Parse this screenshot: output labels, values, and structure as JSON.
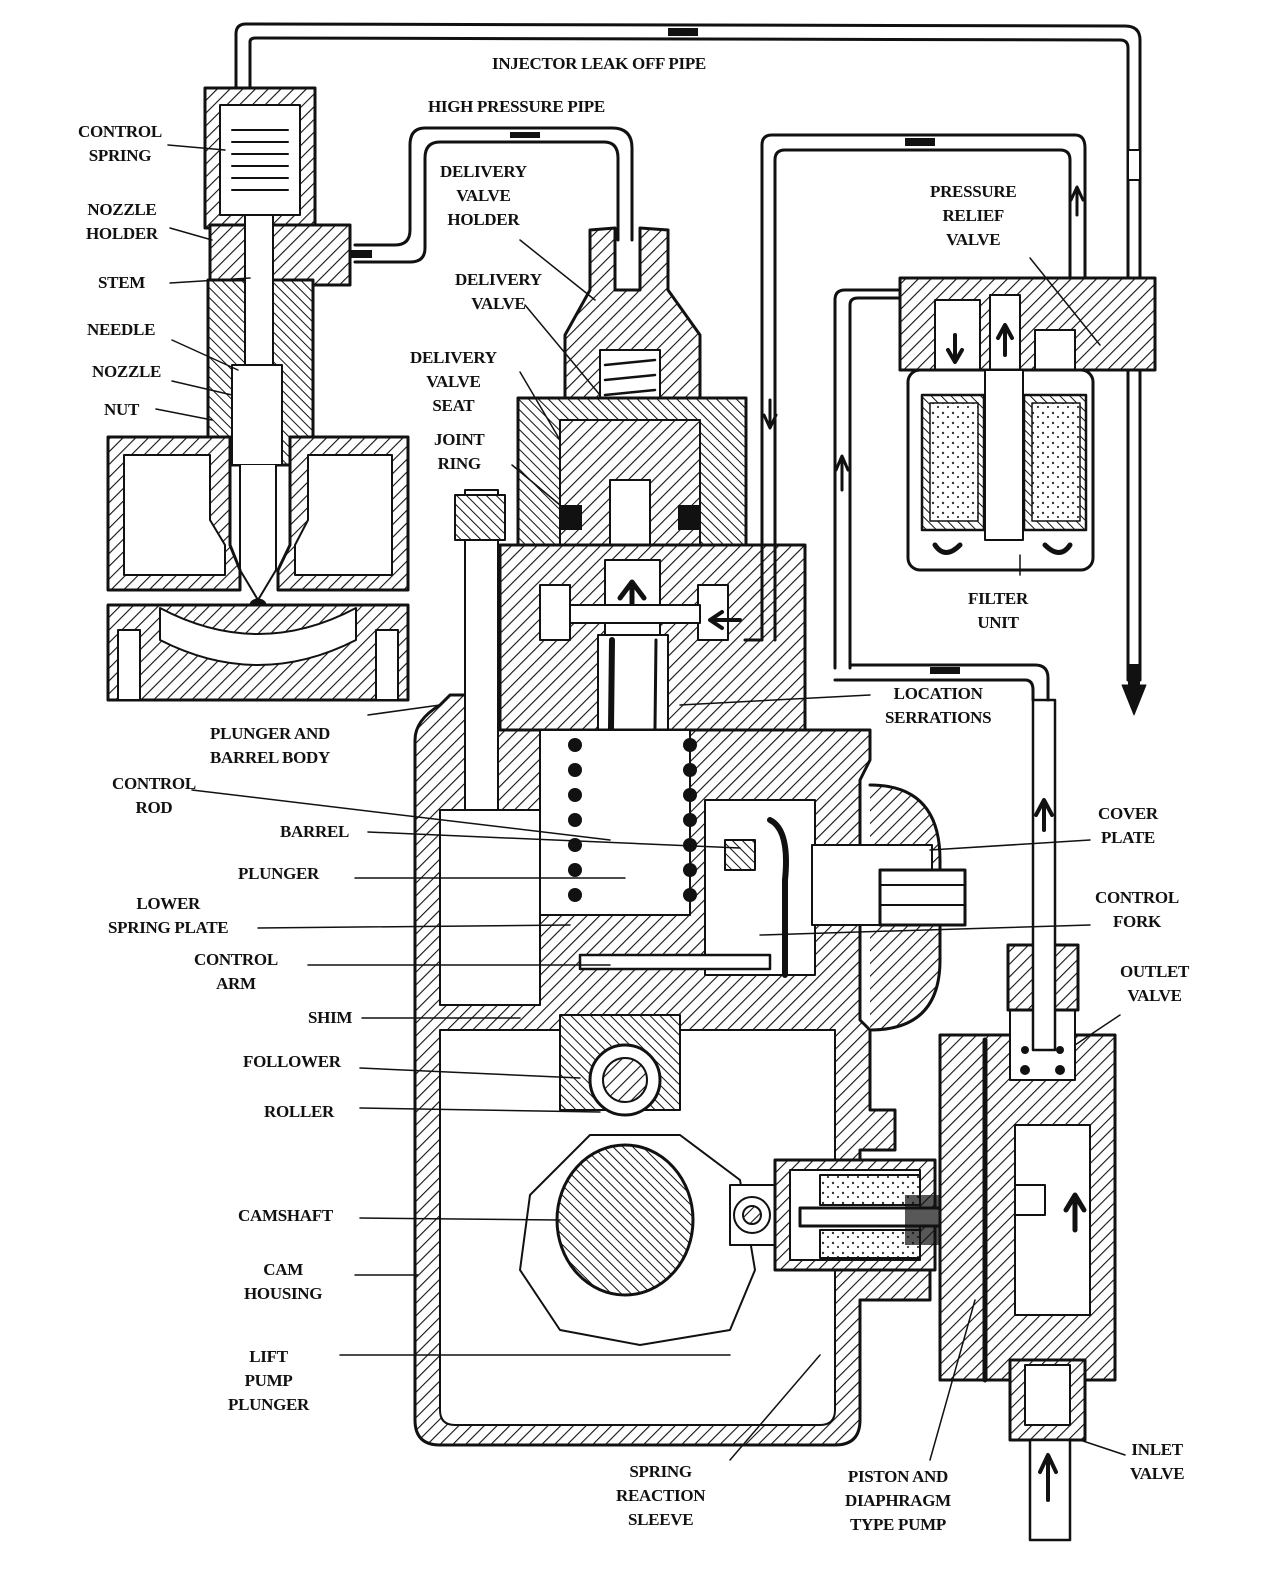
{
  "title": "Fuel Injection System - Jerk Pump Cross Section",
  "colors": {
    "ink": "#111111",
    "paper": "#ffffff"
  },
  "labels": {
    "injector_leak_off_pipe": "INJECTOR LEAK OFF PIPE",
    "high_pressure_pipe": "HIGH PRESSURE PIPE",
    "control_spring": "CONTROL\nSPRING",
    "nozzle_holder": "NOZZLE\nHOLDER",
    "stem": "STEM",
    "needle": "NEEDLE",
    "nozzle": "NOZZLE",
    "nut": "NUT",
    "delivery_valve_holder": "DELIVERY\nVALVE\nHOLDER",
    "delivery_valve": "DELIVERY\nVALVE",
    "delivery_valve_seat": "DELIVERY\nVALVE\nSEAT",
    "joint_ring": "JOINT\nRING",
    "pressure_relief_valve": "PRESSURE\nRELIEF\nVALVE",
    "filter_unit": "FILTER\nUNIT",
    "location_serrations": "LOCATION\nSERRATIONS",
    "plunger_and_barrel_body": "PLUNGER AND\nBARREL BODY",
    "control_rod": "CONTROL\nROD",
    "barrel": "BARREL",
    "plunger": "PLUNGER",
    "lower_spring_plate": "LOWER\nSPRING PLATE",
    "control_arm": "CONTROL\nARM",
    "shim": "SHIM",
    "follower": "FOLLOWER",
    "roller": "ROLLER",
    "camshaft": "CAMSHAFT",
    "cam_housing": "CAM\nHOUSING",
    "lift_pump_plunger": "LIFT\nPUMP\nPLUNGER",
    "cover_plate": "COVER\nPLATE",
    "control_fork": "CONTROL\nFORK",
    "outlet_valve": "OUTLET\nVALVE",
    "inlet_valve": "INLET\nVALVE",
    "spring_reaction_sleeve": "SPRING\nREACTION\nSLEEVE",
    "piston_and_diaphragm_type_pump": "PISTON AND\nDIAPHRAGM\nTYPE PUMP"
  }
}
